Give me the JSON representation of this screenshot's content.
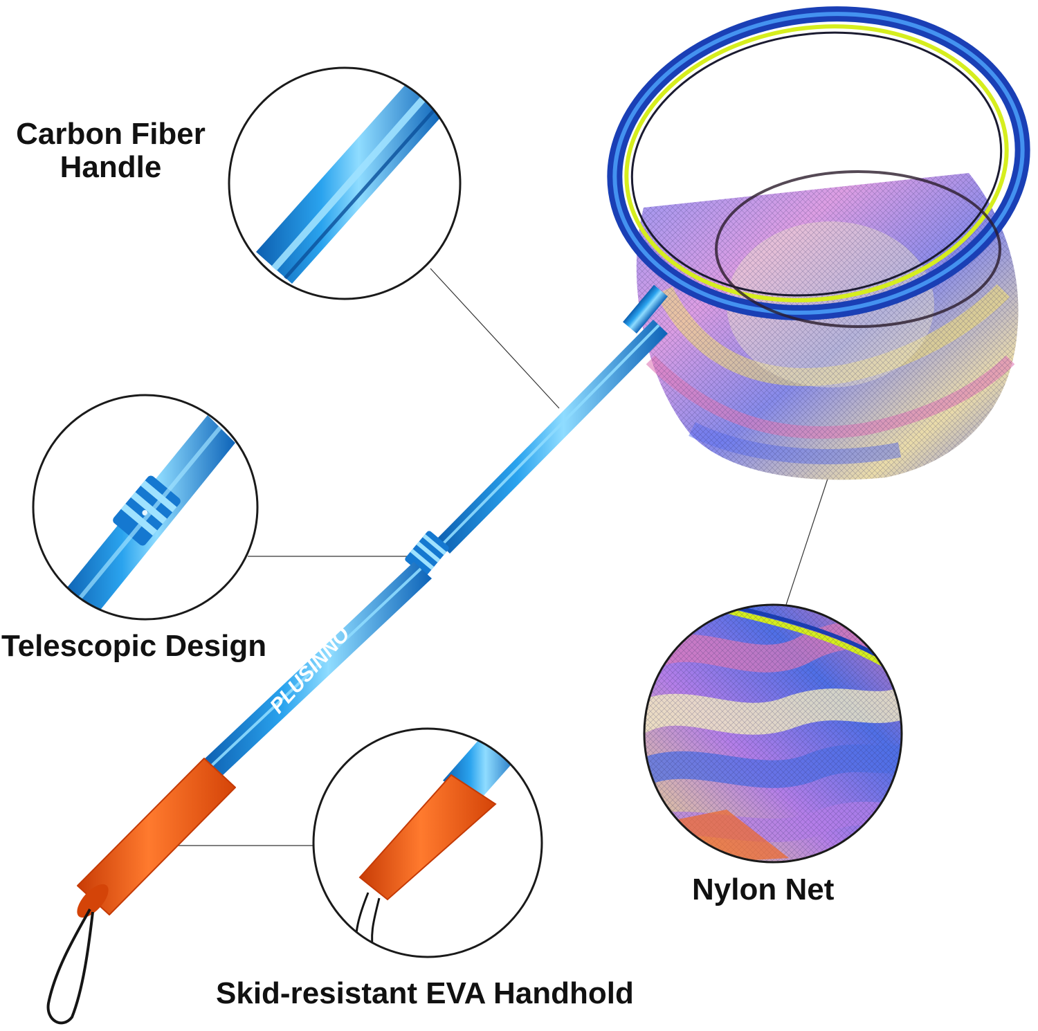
{
  "brand": {
    "logo_text": "PLUSINNO"
  },
  "features": {
    "carbon_fiber_line1": "Carbon Fiber",
    "carbon_fiber_line2": "Handle",
    "telescopic": "Telescopic Design",
    "nylon_net": "Nylon Net",
    "eva_handhold": "Skid-resistant EVA Handhold"
  },
  "colors": {
    "pole_blue": "#1f8fe0",
    "pole_highlight": "#7fd3ff",
    "grip_orange": "#f25a14",
    "rim_blue": "#1565d6",
    "rim_yellow": "#d6ee1e",
    "label_text": "#111111"
  }
}
